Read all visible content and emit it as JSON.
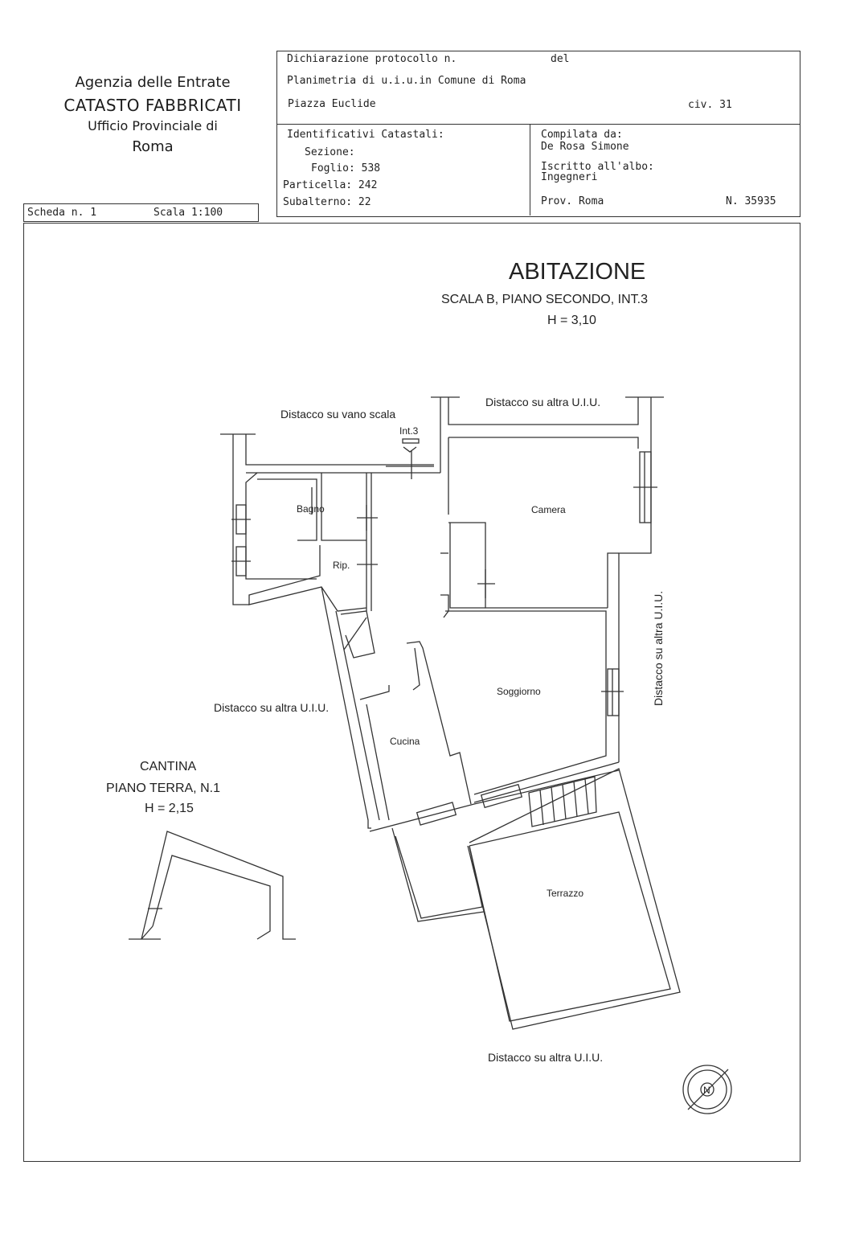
{
  "agency": {
    "line1": "Agenzia delle Entrate",
    "line2": "CATASTO FABBRICATI",
    "line3": "Ufficio Provinciale di",
    "line4": "Roma"
  },
  "header": {
    "dichiarazione": "Dichiarazione protocollo n.",
    "del": "del",
    "planimetria": "Planimetria di u.i.u.in Comune di Roma",
    "indirizzo": "Piazza Euclide",
    "civico": "civ. 31"
  },
  "identificativi": {
    "title": "Identificativi Catastali:",
    "sezione": "Sezione:",
    "foglio": "Foglio: 538",
    "particella": "Particella: 242",
    "subalterno": "Subalterno: 22"
  },
  "compilata": {
    "label": "Compilata da:",
    "nome": "De Rosa Simone",
    "albo_label": "Iscritto all'albo:",
    "albo": "Ingegneri",
    "prov": "Prov. Roma",
    "numero": "N. 35935"
  },
  "scheda": {
    "scheda": "Scheda n. 1",
    "scala": "Scala 1:100"
  },
  "abitazione": {
    "title": "ABITAZIONE",
    "subtitle": "SCALA B, PIANO SECONDO, INT.3",
    "altezza": "H = 3,10"
  },
  "cantina": {
    "title": "CANTINA",
    "piano": "PIANO TERRA, N.1",
    "altezza": "H = 2,15"
  },
  "rooms": {
    "bagno": "Bagno",
    "rip": "Rip.",
    "camera": "Camera",
    "soggiorno": "Soggiorno",
    "cucina": "Cucina",
    "terrazzo": "Terrazzo",
    "int": "Int.3"
  },
  "labels": {
    "vano_scala": "Distacco su vano scala",
    "altra_top": "Distacco su altra U.I.U.",
    "altra_left": "Distacco su altra U.I.U.",
    "altra_right": "Distacco su altra U.I.U.",
    "altra_bottom": "Distacco su altra U.I.U."
  },
  "north": "N"
}
